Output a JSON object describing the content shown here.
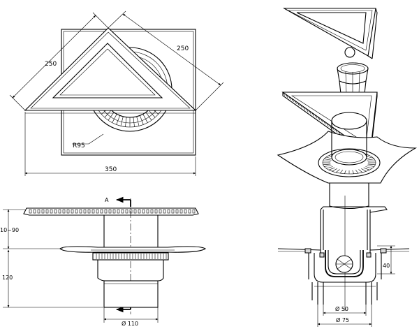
{
  "views": {
    "top_view": {
      "side_left": "250",
      "side_right": "250",
      "width": "350",
      "radius": "R95"
    },
    "front_view": {
      "section_marker": "A",
      "height_adjust": "10~90",
      "body_height": "120",
      "outlet_diameter": "Ø 110"
    },
    "section_view": {
      "trap_depth": "40",
      "inner_diameter": "Ø 50",
      "outer_diameter": "Ø 75"
    }
  }
}
